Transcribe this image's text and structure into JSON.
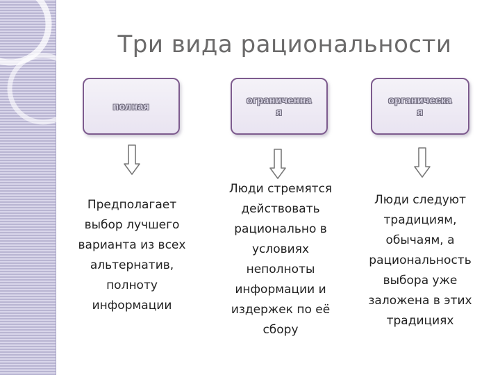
{
  "title": "Три вида рациональности",
  "boxes": [
    {
      "label": "полная"
    },
    {
      "label": "ограниченна\nя"
    },
    {
      "label": "органическа\nя"
    }
  ],
  "descriptions": [
    {
      "text": "Предполагает\nвыбор лучшего\nварианта из всех\nальтернатив,\nполноту\nинформации"
    },
    {
      "text": "Люди стремятся\nдействовать\nрационально в\nусловиях\nнеполноты\nинформации и\nиздержек по её\nсбору"
    },
    {
      "text": "Люди следуют\nтрадициям,\nобычаям, а\nрациональность\nвыбора уже\nзаложена в этих\nтрадициях"
    }
  ],
  "icons": {
    "arrow": "down-arrow-icon"
  },
  "colors": {
    "box_border": "#7d5b8e",
    "box_fill": "#ede9f4",
    "title": "#6b6a6a",
    "band": "#c9c6de"
  }
}
